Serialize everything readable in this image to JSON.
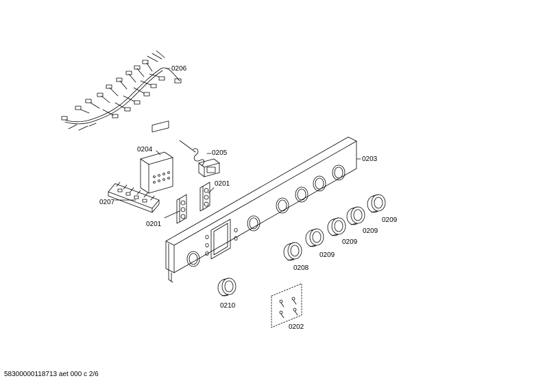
{
  "callouts": {
    "c0206": "0206",
    "c0204": "0204",
    "c0205": "0205",
    "c0203": "0203",
    "c0201a": "0201",
    "c0201b": "0201",
    "c0207": "0207",
    "c0209a": "0209",
    "c0209b": "0209",
    "c0209c": "0209",
    "c0209d": "0209",
    "c0208": "0208",
    "c0210": "0210",
    "c0202": "0202"
  },
  "footer": {
    "doc_id": "58300000118713 aet 000 c 2/6"
  },
  "colors": {
    "line": "#000000",
    "fill": "#ffffff"
  }
}
